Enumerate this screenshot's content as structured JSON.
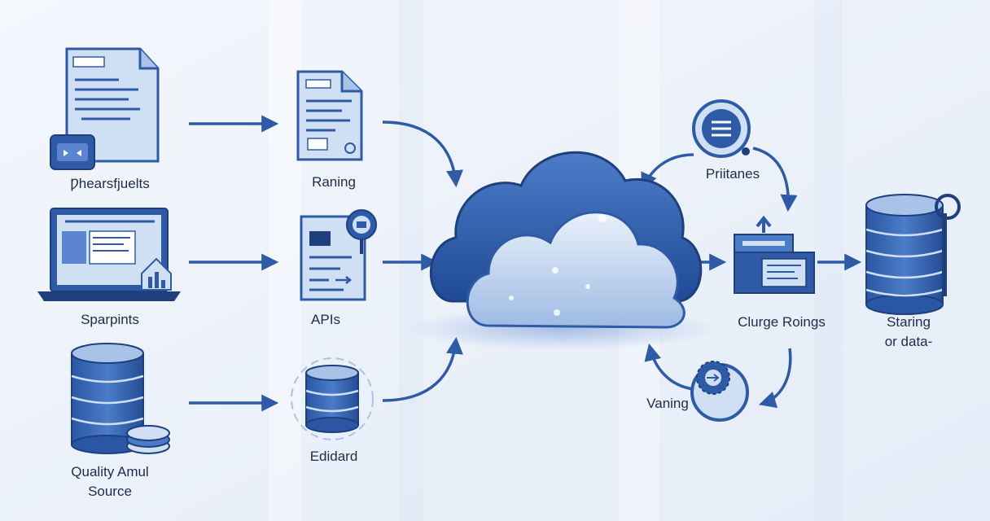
{
  "sources": [
    {
      "id": "source-documents",
      "label": "Ƿhearsfjuelts",
      "icon": "document-icon"
    },
    {
      "id": "source-laptop",
      "label": "Sparpints",
      "icon": "laptop-icon"
    },
    {
      "id": "source-database",
      "label_lines": [
        "Quality Amul",
        "Source"
      ],
      "icon": "database-icon"
    }
  ],
  "processing": [
    {
      "id": "process-raning",
      "label": "Raning",
      "icon": "file-icon"
    },
    {
      "id": "process-apis",
      "label": "APIs",
      "icon": "api-document-icon"
    },
    {
      "id": "process-edidard",
      "label": "Edidard",
      "icon": "data-stack-icon"
    }
  ],
  "hub": {
    "icon": "cloud-icon"
  },
  "outputs": [
    {
      "id": "output-priitanes",
      "label": "Priitanes",
      "icon": "list-circle-icon"
    },
    {
      "id": "output-clurge",
      "label": "Clurge Roings",
      "icon": "server-panel-icon"
    },
    {
      "id": "output-vaning",
      "label": "Vaning",
      "icon": "gear-circle-icon"
    }
  ],
  "storage": {
    "label_lines": [
      "Staring",
      "or data-"
    ],
    "icon": "storage-database-icon"
  },
  "colors": {
    "primary": "#2f5aa6",
    "dark": "#1f3f7d",
    "light": "#cfe0f5",
    "background": "#eef3fa",
    "text": "#1d2c48"
  }
}
